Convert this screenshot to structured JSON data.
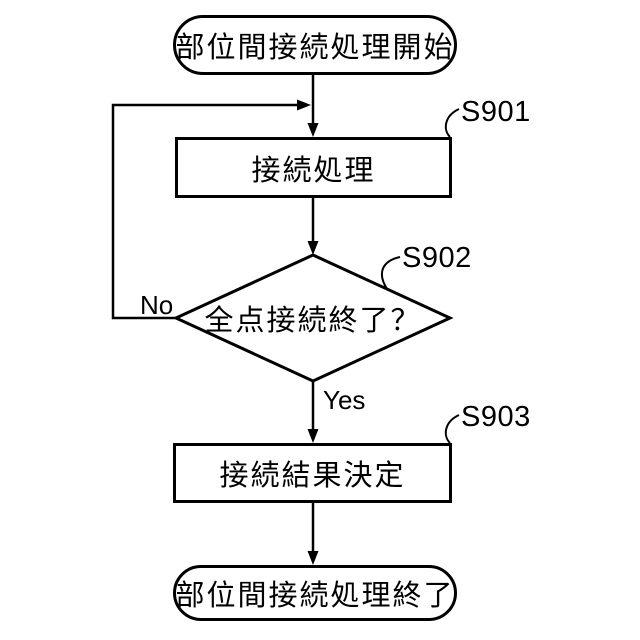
{
  "diagram": {
    "title_semantic": "inter-part-connection-process-flowchart",
    "colors": {
      "background": "#ffffff",
      "stroke": "#000000",
      "node_fill": "#ffffff"
    },
    "terminals": {
      "start": {
        "label": "部位間接続処理開始"
      },
      "end": {
        "label": "部位間接続処理終了"
      }
    },
    "steps": {
      "s901": {
        "id": "S901",
        "label": "接続処理",
        "type": "process"
      },
      "s902": {
        "id": "S902",
        "label": "全点接続終了？",
        "type": "decision"
      },
      "s903": {
        "id": "S903",
        "label": "接続結果決定",
        "type": "process"
      }
    },
    "branches": {
      "no": "No",
      "yes": "Yes"
    }
  }
}
